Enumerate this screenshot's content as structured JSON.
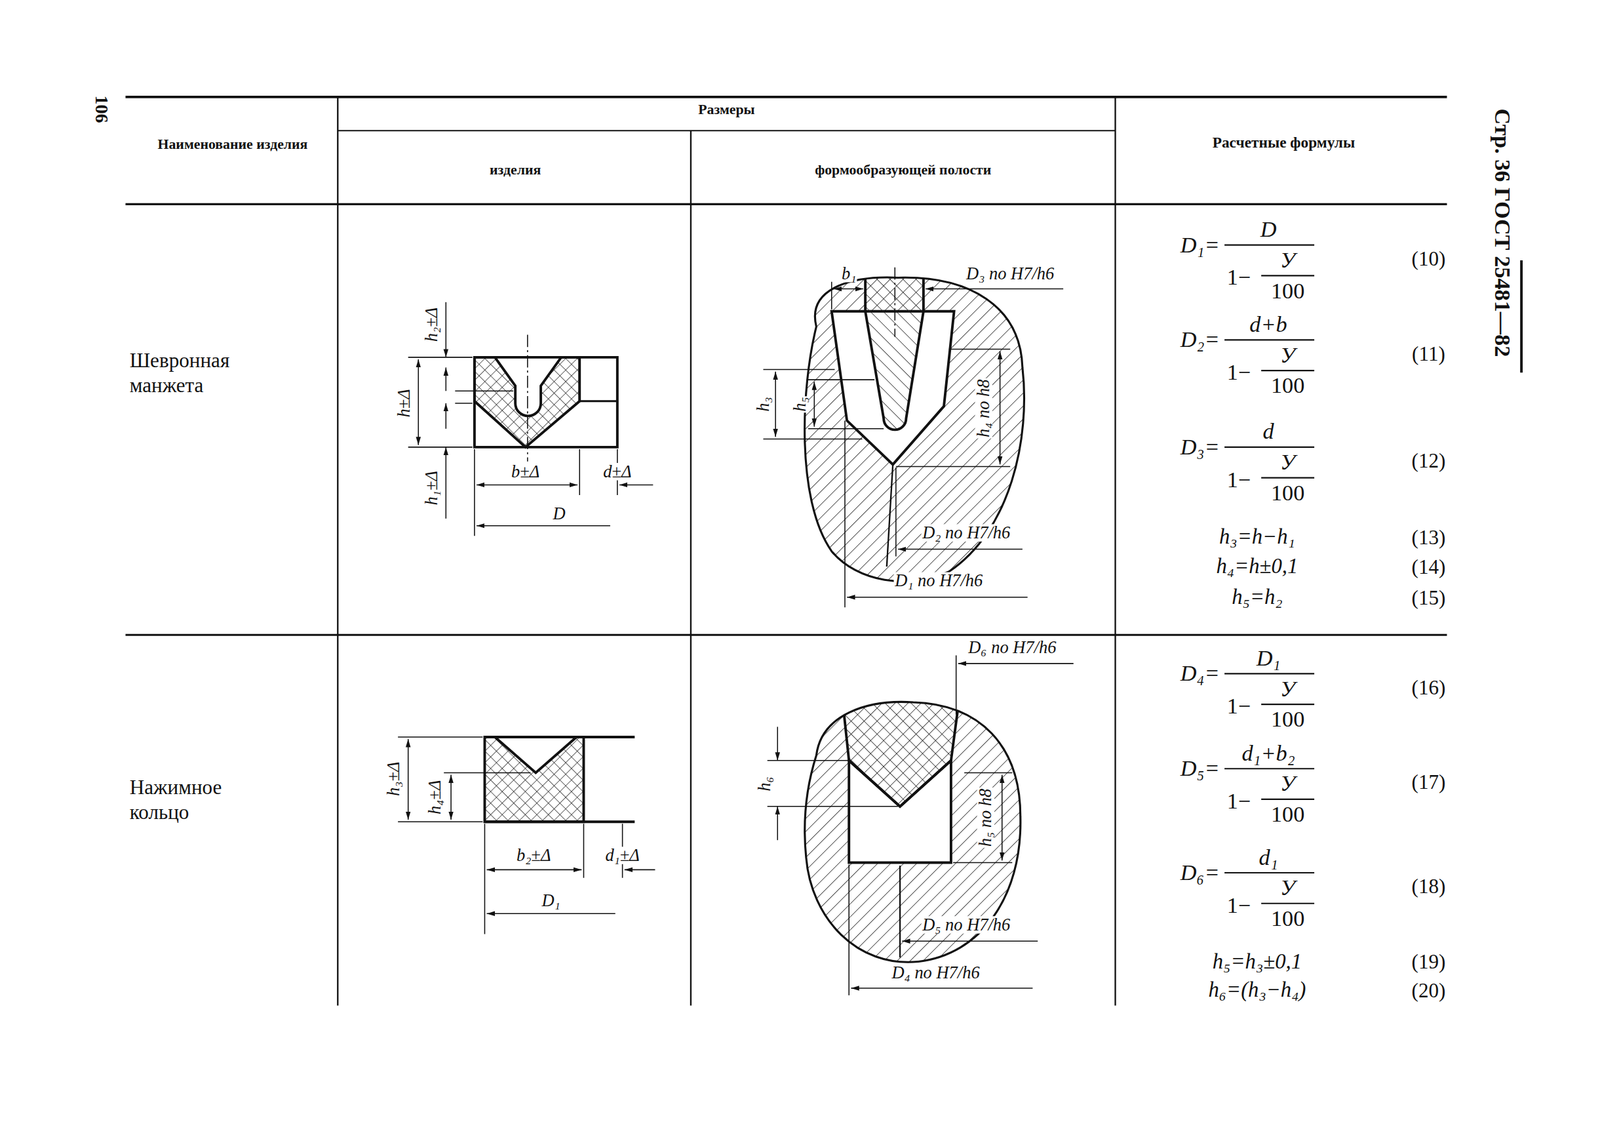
{
  "diagram": {
    "labels": [
      "106",
      "Стр. 36 ГОСТ 25481—82",
      "Наименование изделия",
      "Размеры",
      "изделия",
      "формообразующей полости",
      "Расчетные формулы",
      "Шевронная манжета",
      "h₂±Δ",
      "h±Δ",
      "h₁±Δ",
      "b±Δ",
      "d±Δ",
      "D",
      "b₁",
      "D₃ по H7/h6",
      "h₃",
      "h₅",
      "h₄ по h8",
      "D₂ по H7/h6",
      "D₁ по H7/h6",
      "D₁=",
      "D",
      "1−",
      "У",
      "100",
      "(10)",
      "D₂=",
      "d+b",
      "1−",
      "У",
      "100",
      "(11)",
      "D₃=",
      "d",
      "1−",
      "У",
      "100",
      "(12)",
      "h₃=h−h₁",
      "(13)",
      "h₄=h±0,1",
      "(14)",
      "h₅=h₂",
      "(15)",
      "Нажимное кольцо",
      "h₃±Δ",
      "h₄±Δ",
      "b₂±Δ",
      "d₁±Δ",
      "D₁",
      "D₆ по H7/h6",
      "h₆",
      "h₅ по h8",
      "D₅ по H7/h6",
      "D₄ по H7/h6",
      "D₄=",
      "D₁",
      "1−",
      "У",
      "100",
      "(16)",
      "D₅=",
      "d₁+b₂",
      "1−",
      "У",
      "100",
      "(17)",
      "D₆=",
      "d₁",
      "1−",
      "У",
      "100",
      "(18)",
      "h₅=h₃±0,1",
      "(19)",
      "h₆=(h₃−h₄)",
      "(20)"
    ]
  }
}
